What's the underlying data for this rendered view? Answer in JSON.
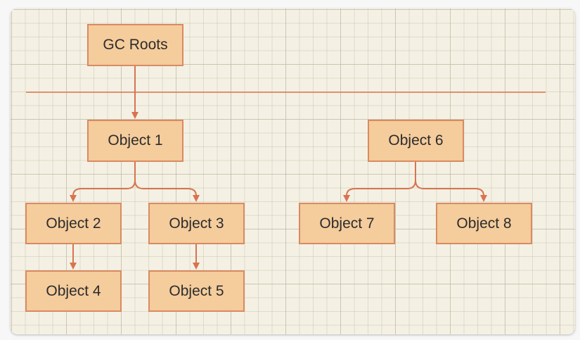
{
  "diagram": {
    "nodes": {
      "gc_roots": "GC Roots",
      "object_1": "Object 1",
      "object_2": "Object 2",
      "object_3": "Object 3",
      "object_4": "Object 4",
      "object_5": "Object 5",
      "object_6": "Object 6",
      "object_7": "Object 7",
      "object_8": "Object 8"
    },
    "edges": [
      [
        "GC Roots",
        "Object 1"
      ],
      [
        "Object 1",
        "Object 2"
      ],
      [
        "Object 1",
        "Object 3"
      ],
      [
        "Object 2",
        "Object 4"
      ],
      [
        "Object 3",
        "Object 5"
      ],
      [
        "Object 6",
        "Object 7"
      ],
      [
        "Object 6",
        "Object 8"
      ]
    ],
    "colors": {
      "node_fill": "#f5cc9c",
      "node_border": "#d98a62",
      "edge": "#d9734f",
      "canvas": "#f4f1e4"
    }
  }
}
